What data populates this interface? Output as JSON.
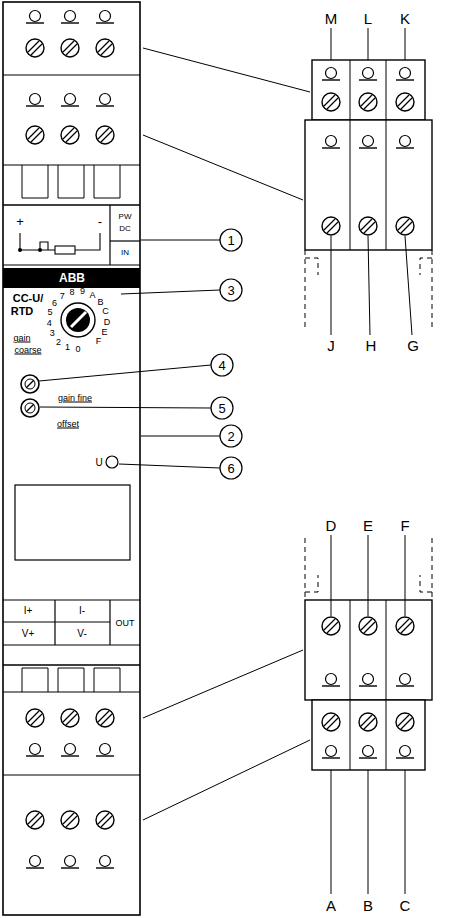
{
  "diagram": {
    "labels": [
      "M",
      "L",
      "K",
      "+",
      "-",
      "PW",
      "DC",
      "IN",
      "1",
      "J",
      "H",
      "G",
      "ABB",
      "CC-U/",
      "RTD",
      "0",
      "1",
      "2",
      "3",
      "4",
      "5",
      "6",
      "7",
      "8",
      "9",
      "A",
      "B",
      "C",
      "D",
      "E",
      "F",
      "gain",
      "coarse",
      "3",
      "4",
      "gain fine",
      "5",
      "offset",
      "2",
      "U",
      "6",
      "D",
      "E",
      "F",
      "I+",
      "I-",
      "V+",
      "V-",
      "OUT",
      "A",
      "B",
      "C"
    ]
  }
}
